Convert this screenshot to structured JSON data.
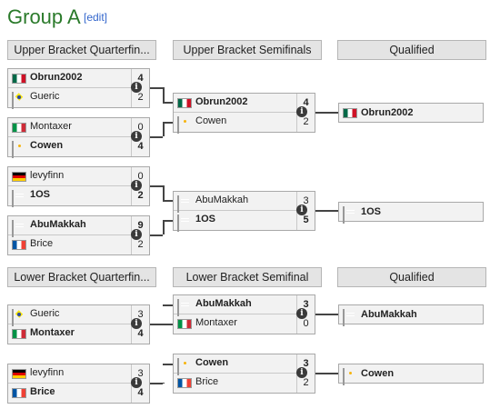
{
  "group": {
    "title": "Group A",
    "edit_label": "[edit]"
  },
  "headers": {
    "ub_qf": "Upper Bracket Quarterfin...",
    "ub_sf": "Upper Bracket Semifinals",
    "ub_q": "Qualified",
    "lb_qf": "Lower Bracket Quarterfin...",
    "lb_sf": "Lower Bracket Semifinal",
    "lb_q": "Qualified"
  },
  "info_icon": "i",
  "matches": {
    "ubqf1": {
      "p1": {
        "name": "Obrun2002",
        "flag": "mx",
        "score": "4",
        "winner": true
      },
      "p2": {
        "name": "Gueric",
        "flag": "br",
        "score": "2",
        "winner": false
      }
    },
    "ubqf2": {
      "p1": {
        "name": "Montaxer",
        "flag": "it",
        "score": "0",
        "winner": false
      },
      "p2": {
        "name": "Cowen",
        "flag": "ar",
        "score": "4",
        "winner": true
      }
    },
    "ubqf3": {
      "p1": {
        "name": "levyfinn",
        "flag": "de",
        "score": "0",
        "winner": false
      },
      "p2": {
        "name": "1OS",
        "flag": "sa",
        "score": "2",
        "winner": true
      }
    },
    "ubqf4": {
      "p1": {
        "name": "AbuMakkah",
        "flag": "sa",
        "score": "9",
        "winner": true
      },
      "p2": {
        "name": "Brice",
        "flag": "fr",
        "score": "2",
        "winner": false
      }
    },
    "ubsf1": {
      "p1": {
        "name": "Obrun2002",
        "flag": "mx",
        "score": "4",
        "winner": true
      },
      "p2": {
        "name": "Cowen",
        "flag": "ar",
        "score": "2",
        "winner": false
      }
    },
    "ubsf2": {
      "p1": {
        "name": "AbuMakkah",
        "flag": "sa",
        "score": "3",
        "winner": false
      },
      "p2": {
        "name": "1OS",
        "flag": "sa",
        "score": "5",
        "winner": true
      }
    },
    "lbqf1": {
      "p1": {
        "name": "Gueric",
        "flag": "br",
        "score": "3",
        "winner": false
      },
      "p2": {
        "name": "Montaxer",
        "flag": "it",
        "score": "4",
        "winner": true
      }
    },
    "lbqf2": {
      "p1": {
        "name": "levyfinn",
        "flag": "de",
        "score": "3",
        "winner": false
      },
      "p2": {
        "name": "Brice",
        "flag": "fr",
        "score": "4",
        "winner": true
      }
    },
    "lbsf1": {
      "p1": {
        "name": "AbuMakkah",
        "flag": "sa",
        "score": "3",
        "winner": true
      },
      "p2": {
        "name": "Montaxer",
        "flag": "it",
        "score": "0",
        "winner": false
      }
    },
    "lbsf2": {
      "p1": {
        "name": "Cowen",
        "flag": "ar",
        "score": "3",
        "winner": true
      },
      "p2": {
        "name": "Brice",
        "flag": "fr",
        "score": "2",
        "winner": false
      }
    }
  },
  "qualified": {
    "q1": {
      "name": "Obrun2002",
      "flag": "mx"
    },
    "q2": {
      "name": "1OS",
      "flag": "sa"
    },
    "q3": {
      "name": "AbuMakkah",
      "flag": "sa"
    },
    "q4": {
      "name": "Cowen",
      "flag": "ar"
    }
  }
}
